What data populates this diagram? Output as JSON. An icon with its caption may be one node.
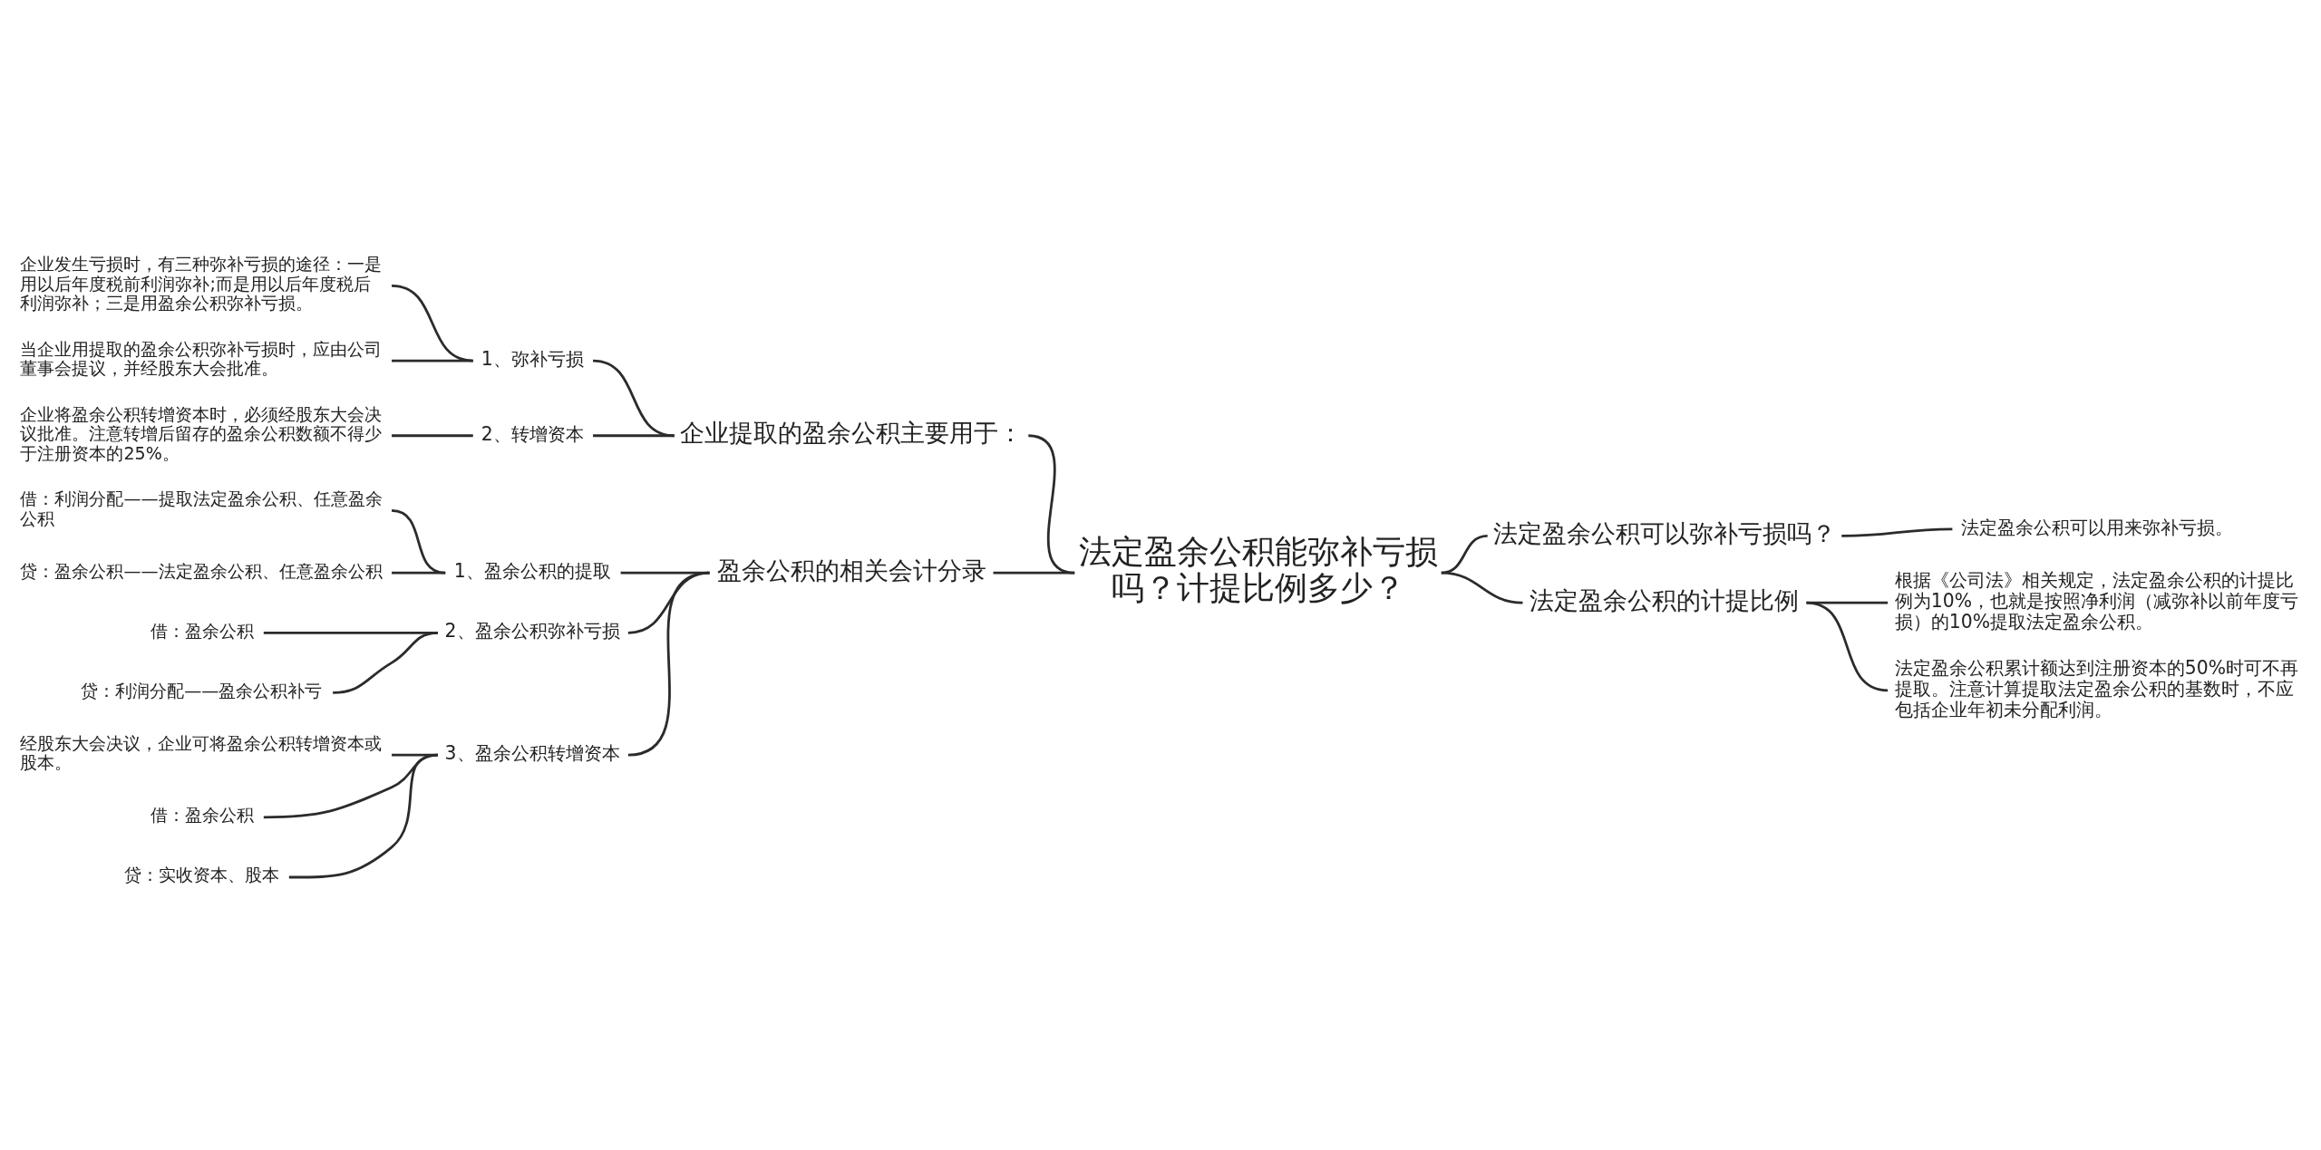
{
  "diagram": {
    "nodes": [
      {
        "text": [
          "法定盈余公积能弥补亏损吗？计提比例多少？"
        ]
      },
      {
        "text": [
          "企业提取的盈余公积主要用于："
        ]
      },
      {
        "text": [
          "1、弥补亏损"
        ]
      },
      {
        "text": [
          "企业发生亏损时，有三种弥补亏损的途径：一是用以后年度税前利润弥补;而是用以后年度税后利润弥补；三是用盈余公积弥补亏损。"
        ]
      },
      {
        "text": [
          "当企业用提取的盈余公积弥补亏损时，应由公司董事会提议，并经股东大会批准。"
        ]
      },
      {
        "text": [
          "2、转增资本"
        ]
      },
      {
        "text": [
          "企业将盈余公积转增资本时，必须经股东大会决议批准。注意转增后留存的盈余公积数额不得少于注册资本的25%。"
        ]
      },
      {
        "text": [
          "盈余公积的相关会计分录"
        ]
      },
      {
        "text": [
          "1、盈余公积的提取"
        ]
      },
      {
        "text": [
          "借：利润分配——提取法定盈余公积、任意盈余公积"
        ]
      },
      {
        "text": [
          "贷：盈余公积——法定盈余公积、任意盈余公积"
        ]
      },
      {
        "text": [
          "2、盈余公积弥补亏损"
        ]
      },
      {
        "text": [
          "借：盈余公积"
        ]
      },
      {
        "text": [
          "贷：利润分配——盈余公积补亏"
        ]
      },
      {
        "text": [
          "3、盈余公积转增资本"
        ]
      },
      {
        "text": [
          "经股东大会决议，企业可将盈余公积转增资本或股本。"
        ]
      },
      {
        "text": [
          "借：盈余公积"
        ]
      },
      {
        "text": [
          "贷：实收资本、股本"
        ]
      },
      {
        "text": [
          "法定盈余公积可以弥补亏损吗？"
        ]
      },
      {
        "text": [
          "法定盈余公积可以用来弥补亏损。"
        ]
      },
      {
        "text": [
          "法定盈余公积的计提比例"
        ]
      },
      {
        "text": [
          "根据《公司法》相关规定，法定盈余公积的计提比例为10%，也就是按照净利润（减弥补以前年度亏损）的10%提取法定盈余公积。"
        ]
      },
      {
        "text": [
          "法定盈余公积累计额达到注册资本的50%时可不再提取。注意计算提取法定盈余公积的基数时，不应包括企业年初未分配利润。"
        ]
      }
    ],
    "edges": [
      {
        "from": 0,
        "to": 1,
        "arrow": "none"
      },
      {
        "from": 1,
        "to": 2,
        "arrow": "none"
      },
      {
        "from": 2,
        "to": 3,
        "arrow": "none"
      },
      {
        "from": 2,
        "to": 4,
        "arrow": "none"
      },
      {
        "from": 1,
        "to": 5,
        "arrow": "none"
      },
      {
        "from": 5,
        "to": 6,
        "arrow": "none"
      },
      {
        "from": 0,
        "to": 7,
        "arrow": "none"
      },
      {
        "from": 7,
        "to": 8,
        "arrow": "none"
      },
      {
        "from": 8,
        "to": 9,
        "arrow": "none"
      },
      {
        "from": 8,
        "to": 10,
        "arrow": "none"
      },
      {
        "from": 7,
        "to": 11,
        "arrow": "none"
      },
      {
        "from": 11,
        "to": 12,
        "arrow": "none"
      },
      {
        "from": 11,
        "to": 13,
        "arrow": "none"
      },
      {
        "from": 7,
        "to": 14,
        "arrow": "none"
      },
      {
        "from": 14,
        "to": 15,
        "arrow": "none"
      },
      {
        "from": 14,
        "to": 16,
        "arrow": "none"
      },
      {
        "from": 14,
        "to": 17,
        "arrow": "none"
      },
      {
        "from": 0,
        "to": 18,
        "arrow": "none"
      },
      {
        "from": 18,
        "to": 19,
        "arrow": "none"
      },
      {
        "from": 0,
        "to": 20,
        "arrow": "none"
      },
      {
        "from": 20,
        "to": 21,
        "arrow": "none"
      },
      {
        "from": 20,
        "to": 22,
        "arrow": "none"
      }
    ]
  }
}
